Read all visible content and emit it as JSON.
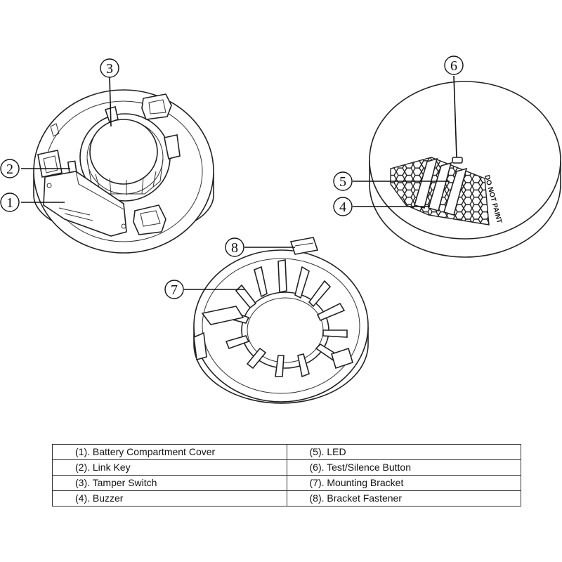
{
  "callouts": [
    "1",
    "2",
    "3",
    "4",
    "5",
    "6",
    "7",
    "8"
  ],
  "device_label": "DO NOT PAINT",
  "legend": {
    "rows": [
      {
        "left": "(1). Battery Compartment Cover",
        "right": "(5). LED"
      },
      {
        "left": "(2). Link Key",
        "right": "(6). Test/Silence Button"
      },
      {
        "left": "(3). Tamper Switch",
        "right": "(7). Mounting Bracket"
      },
      {
        "left": "(4). Buzzer",
        "right": "(8). Bracket Fastener"
      }
    ]
  }
}
